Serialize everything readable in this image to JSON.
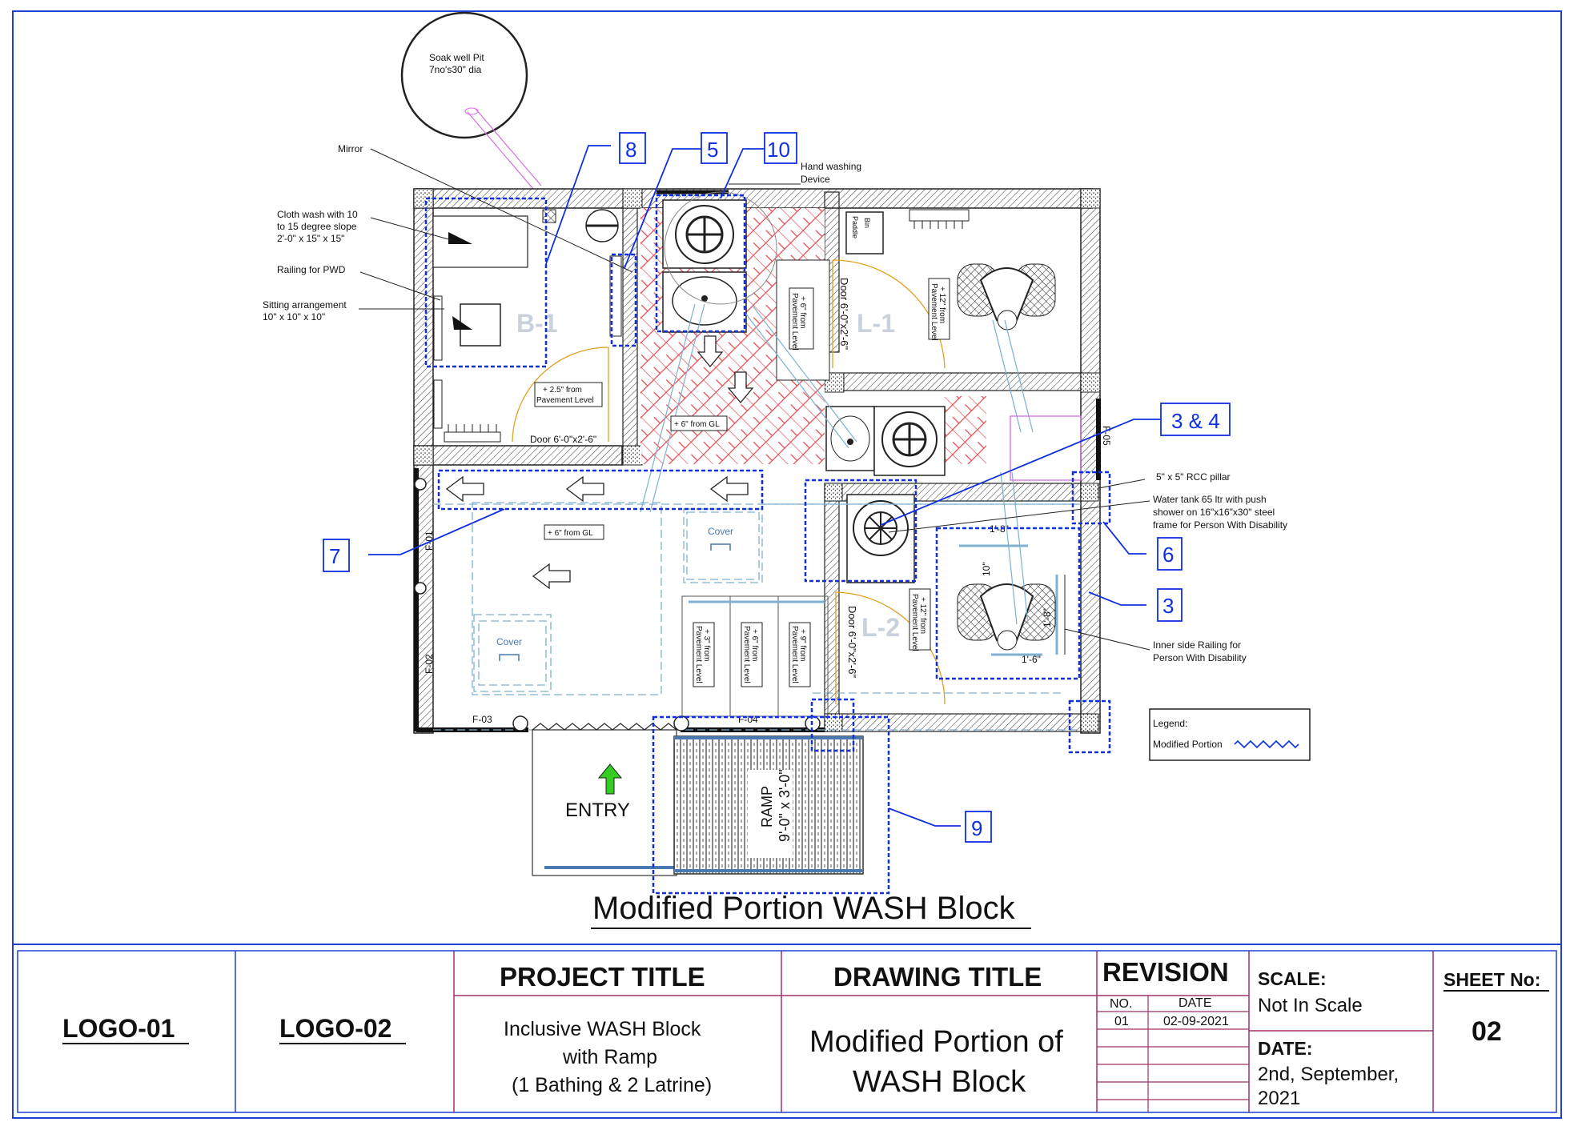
{
  "drawing": {
    "heading": "Modified Portion WASH Block",
    "soak_pit": [
      "Soak well Pit",
      "7no's30\" dia"
    ],
    "callout_numbers": [
      "8",
      "5",
      "10",
      "3 & 4",
      "7",
      "6",
      "3",
      "9"
    ],
    "left_notes": {
      "mirror": "Mirror",
      "cloth_wash": [
        "Cloth wash with 10",
        "to 15 degree slope",
        "2'-0\" x 15\" x 15\""
      ],
      "railing_pwd": "Railing for PWD",
      "sitting": [
        "Sitting arrangement",
        "10\" x 10\" x 10\""
      ]
    },
    "right_notes": {
      "hand_washing": [
        "Hand washing",
        "Device"
      ],
      "rcc_pillar": "5\" x 5\" RCC pillar",
      "water_tank": [
        "Water tank 65 ltr with push",
        "shower on 16\"x16\"x30\" steel",
        "frame for Person With Disability"
      ],
      "inner_railing": [
        "Inner side Railing for",
        "Person With Disability"
      ]
    },
    "rooms": {
      "b1": "B-1",
      "l1": "L-1",
      "l2": "L-2"
    },
    "small_labels": {
      "door_b1": "Door 6'-0\"x2'-6\"",
      "door_l1": "Door 6'-0\"x2'-6\"",
      "door_l2": "Door 6'-0\"x2'-6\"",
      "plus_25": [
        "+ 2.5\" from",
        "Pavement Level"
      ],
      "plus_6_gl_top": "+ 6\" from GL",
      "plus_6_gl_mid": "+ 6\" from GL",
      "plus_6_l1": [
        "+ 6\" from",
        "Pavement Level"
      ],
      "plus_12_l1": [
        "+ 12\" from",
        "Pavement Level"
      ],
      "plus_12_l2": [
        "+ 12\" from",
        "Pavement Level"
      ],
      "plus_3": [
        "+ 3\" from",
        "Pavement Level"
      ],
      "plus_6_b": [
        "+ 6\" from",
        "Pavement Level"
      ],
      "plus_9": [
        "+ 9\" from",
        "Pavement Level"
      ],
      "bin": "Bin",
      "paddle": "Paddle",
      "cover_1": "Cover",
      "cover_2": "Cover",
      "dim_10": "10\"",
      "dim_1_8": "1'-8\"",
      "dim_1_8_b": "1'-8\"",
      "dim_1_6": "1'-6\"",
      "entry": "ENTRY",
      "ramp": [
        "RAMP",
        "9'-0\" x 3'-0\""
      ],
      "f01": "F-01",
      "f02": "F-02",
      "f03": "F-03",
      "f04": "F-04",
      "f05": "F-05"
    },
    "legend": {
      "title": "Legend:",
      "item": "Modified Portion"
    }
  },
  "title_block": {
    "logo1": "LOGO-01",
    "logo2": "LOGO-02",
    "project_title_label": "PROJECT TITLE",
    "project_title": [
      "Inclusive WASH Block",
      "with Ramp",
      "(1 Bathing & 2 Latrine)"
    ],
    "drawing_title_label": "DRAWING TITLE",
    "drawing_title": [
      "Modified Portion of",
      "WASH Block"
    ],
    "revision_label": "REVISION",
    "rev_no_header": "NO.",
    "rev_date_header": "DATE",
    "rev_no": "01",
    "rev_date": "02-09-2021",
    "scale_label": "SCALE:",
    "scale_value": "Not In Scale",
    "date_label": "DATE:",
    "date_value": [
      "2nd, September,",
      "2021"
    ],
    "sheet_label": "SHEET No:",
    "sheet_value": "02"
  },
  "colors": {
    "border_blue": "#1f3fd6",
    "callout_blue": "#1030e0",
    "title_magenta": "#a0306a",
    "tile_red": "#e0303a",
    "door_orange": "#e0a020",
    "cyan_line": "#7fb0d0",
    "arrow_green": "#33cc22"
  }
}
